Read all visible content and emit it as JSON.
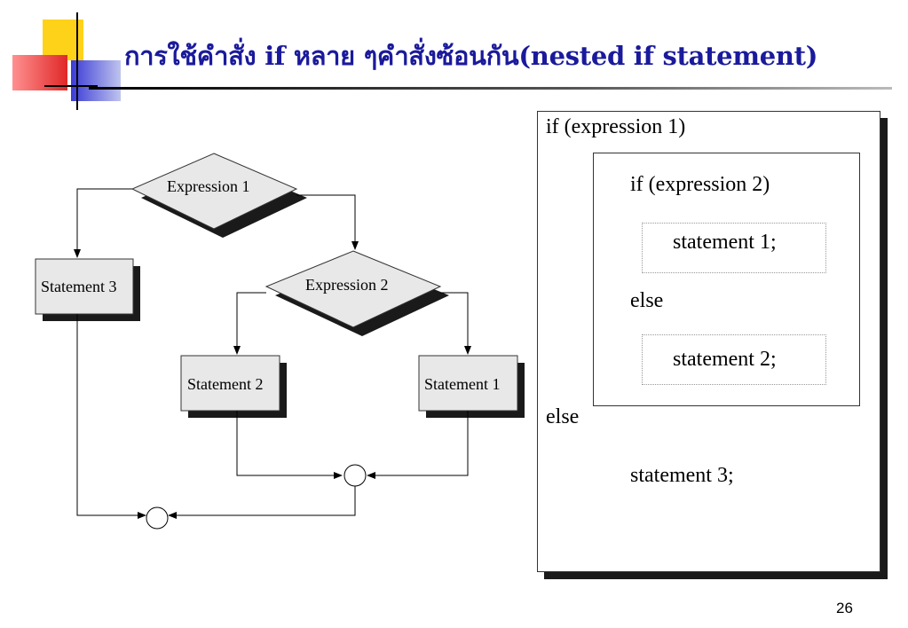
{
  "title": "การใช้คำสั่ง if หลาย ๆคำสั่งซ้อนกัน(nested if statement)",
  "flowchart": {
    "expression1": "Expression 1",
    "expression2": "Expression 2",
    "statement1": "Statement 1",
    "statement2": "Statement 2",
    "statement3": "Statement 3"
  },
  "code": {
    "if1": "if (expression 1)",
    "if2": "if (expression 2)",
    "stmt1": "statement 1;",
    "else_inner": "else",
    "stmt2": "statement 2;",
    "else_outer": "else",
    "stmt3": "statement 3;"
  },
  "page_number": "26",
  "colors": {
    "title": "#1a1a9c",
    "shape_fill": "#e8e8e8",
    "shadow": "#1a1a1a"
  }
}
